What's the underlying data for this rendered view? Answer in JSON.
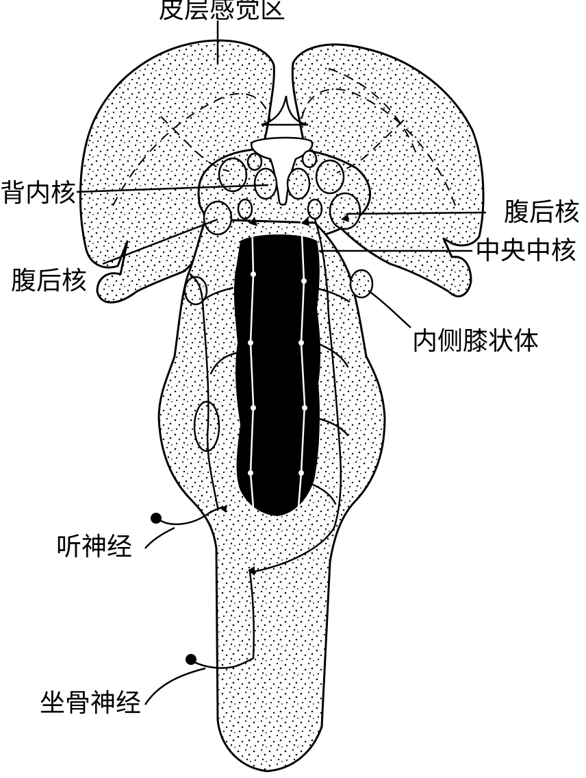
{
  "labels": {
    "cortex_sensory": "皮层感觉区",
    "dorsomedial_nucleus": "背内核",
    "ventral_posterior_right": "腹后核",
    "centromedian_nucleus": "中央中核",
    "ventral_posterior_left": "腹后核",
    "medial_geniculate": "内侧膝状体",
    "auditory_nerve": "听神经",
    "sciatic_nerve": "坐骨神经"
  },
  "colors": {
    "ink": "#000000",
    "paper": "#ffffff"
  }
}
